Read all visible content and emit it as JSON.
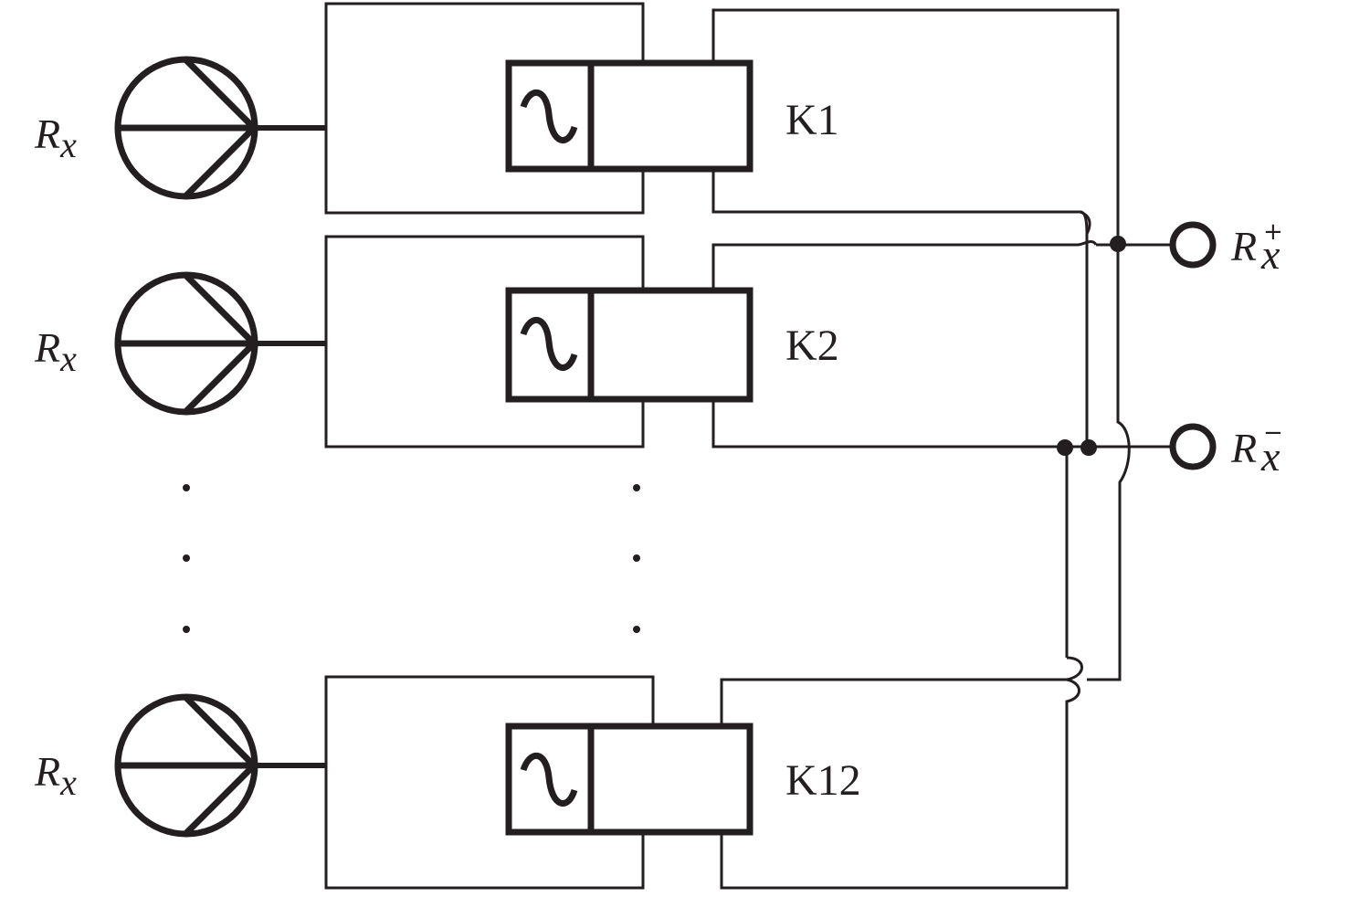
{
  "channels": [
    {
      "sensor_label": "R",
      "sensor_sub": "x",
      "relay_label": "K1"
    },
    {
      "sensor_label": "R",
      "sensor_sub": "x",
      "relay_label": "K2"
    },
    {
      "sensor_label": "R",
      "sensor_sub": "x",
      "relay_label": "K12"
    }
  ],
  "terminals": {
    "plus": {
      "base": "R",
      "sub": "x",
      "sign": "+"
    },
    "minus": {
      "base": "R",
      "sub": "x",
      "sign": "−"
    }
  },
  "colors": {
    "ink": "#231f20",
    "background": "#ffffff"
  },
  "icons": [
    "sensor-circle-icon",
    "ac-sine-icon",
    "terminal-circle-icon",
    "junction-dot-icon",
    "continuation-dots-icon"
  ]
}
